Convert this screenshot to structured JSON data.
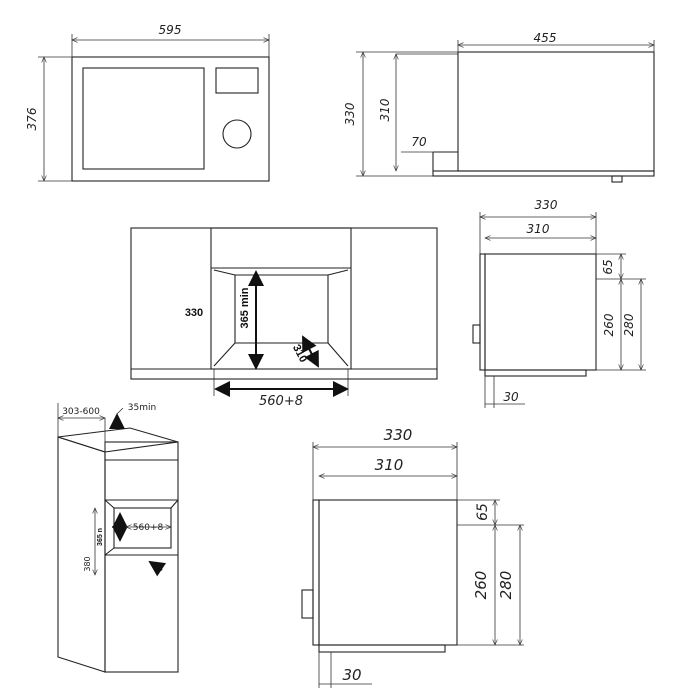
{
  "front_view": {
    "width": "595",
    "height": "376"
  },
  "side_view": {
    "depth": "455",
    "total_height": "330",
    "inner_height": "310",
    "base_offset": "70"
  },
  "niche_front": {
    "height": "330",
    "min_depth": "365 min",
    "depth_side": "310",
    "width": "560+8"
  },
  "niche_side_small": {
    "outer_depth": "330",
    "inner_depth": "310",
    "top_gap": "65",
    "cavity": "260",
    "niche_height": "280",
    "foot": "30"
  },
  "cabinet": {
    "top_range": "303-600",
    "top_gap": "35min",
    "niche_depth": "365 n",
    "niche_width": "560+8",
    "niche_height": "380"
  },
  "niche_side_large": {
    "outer_depth": "330",
    "inner_depth": "310",
    "top_gap": "65",
    "cavity": "260",
    "niche_height": "280",
    "foot": "30"
  }
}
